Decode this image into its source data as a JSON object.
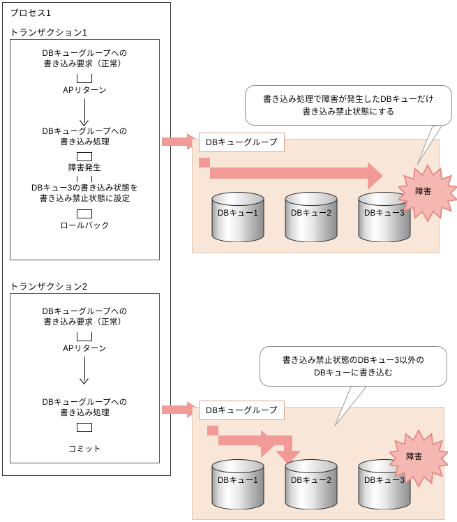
{
  "process": {
    "title": "プロセス1",
    "transactions": [
      {
        "title": "トランザクション1",
        "steps": [
          "DBキューグループへの\n書き込み要求（正常）",
          "APリターン",
          "DBキューグループへの\n書き込み処理",
          "障害発生",
          "DBキュー3の書き込み状態を\n書き込み禁止状態に設定",
          "ロールバック"
        ]
      },
      {
        "title": "トランザクション2",
        "steps": [
          "DBキューグループへの\n書き込み要求（正常）",
          "APリターン",
          "DBキューグループへの\n書き込み処理",
          "コミット"
        ]
      }
    ]
  },
  "db_groups": [
    {
      "label": "DBキューグループ",
      "queues": [
        "DBキュー1",
        "DBキュー2",
        "DBキュー3"
      ],
      "burst_label": "障害"
    },
    {
      "label": "DBキューグループ",
      "queues": [
        "DBキュー1",
        "DBキュー2",
        "DBキュー3"
      ],
      "burst_label": "障害"
    }
  ],
  "callouts": [
    "書き込み処理で障害が発生したDBキューだけ\n書き込み禁止状態にする",
    "書き込み禁止状態のDBキュー3以外の\nDBキューに書き込む"
  ],
  "colors": {
    "panel_fill": "#F8E7D9",
    "panel_border": "#E2C6AE",
    "arrow_pink": "#F29A95",
    "burst_fill": "#F6B8B3",
    "burst_border": "#E58A84",
    "label_border": "#D2A98C",
    "line": "#1a1a1a"
  }
}
